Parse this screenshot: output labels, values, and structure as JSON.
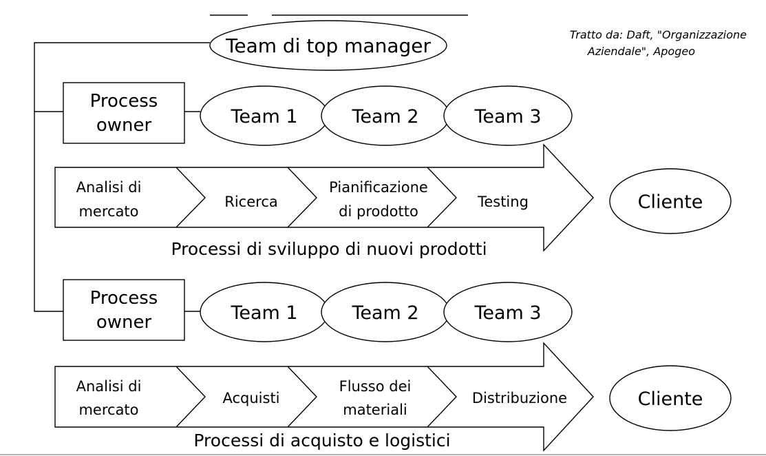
{
  "source": [
    "Tratto da: Daft, \"Organizzazione",
    "Aziendale\", Apogeo"
  ],
  "top_team": "Team di top manager",
  "rows": [
    {
      "process_owner": [
        "Process",
        "owner"
      ],
      "teams": [
        "Team 1",
        "Team 2",
        "Team 3"
      ],
      "steps": [
        [
          "Analisi di",
          "mercato"
        ],
        [
          "Ricerca"
        ],
        [
          "Pianificazione",
          "di prodotto"
        ],
        [
          "Testing"
        ]
      ],
      "customer": "Cliente",
      "process_label": "Processi di sviluppo di nuovi prodotti"
    },
    {
      "process_owner": [
        "Process",
        "owner"
      ],
      "teams": [
        "Team 1",
        "Team 2",
        "Team 3"
      ],
      "steps": [
        [
          "Analisi di",
          "mercato"
        ],
        [
          "Acquisti"
        ],
        [
          "Flusso dei",
          "materiali"
        ],
        [
          "Distribuzione"
        ]
      ],
      "customer": "Cliente",
      "process_label": "Processi di acquisto e logistici"
    }
  ]
}
